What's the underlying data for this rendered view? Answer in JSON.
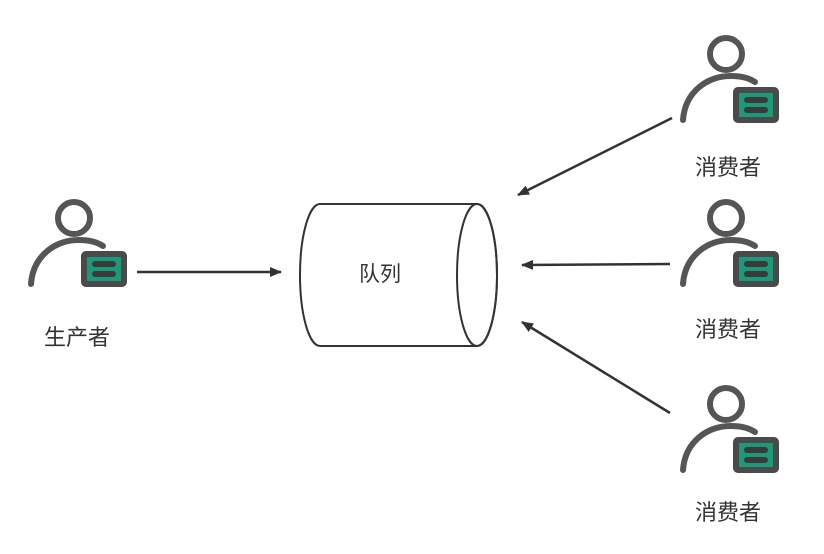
{
  "producer": {
    "label": "生产者"
  },
  "queue": {
    "label": "队列"
  },
  "consumers": [
    {
      "label": "消费者"
    },
    {
      "label": "消费者"
    },
    {
      "label": "消费者"
    }
  ],
  "colors": {
    "icon": "#555555",
    "badge": "#4a4a4a",
    "badge_fill": "#1a9a78",
    "arrow": "#333333"
  }
}
